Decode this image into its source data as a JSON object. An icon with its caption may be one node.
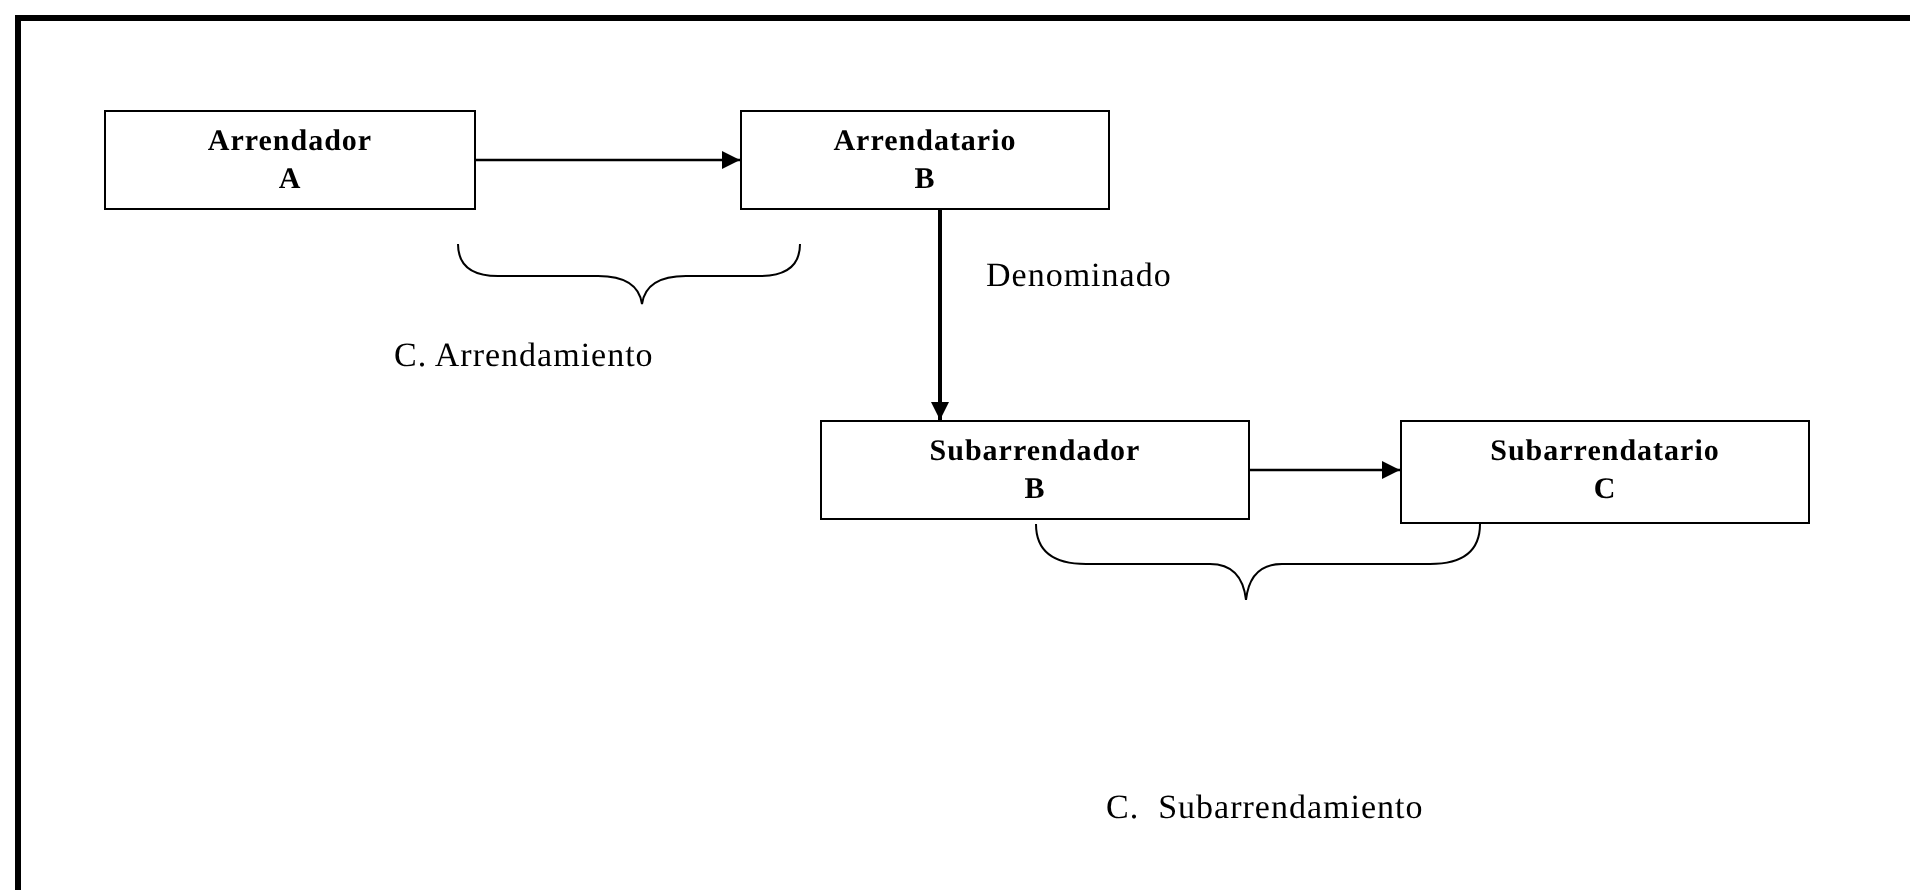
{
  "diagram": {
    "nodes": [
      {
        "text": [
          "Arrendador",
          "A"
        ]
      },
      {
        "text": [
          "Arrendatario",
          "B"
        ]
      },
      {
        "text": [
          "Subarrendador",
          "B"
        ]
      },
      {
        "text": [
          "Subarrendatario",
          "C"
        ]
      }
    ],
    "edges": [
      {
        "from": 0,
        "to": 1,
        "arrow": "to"
      },
      {
        "from": 1,
        "to": 2,
        "arrow": "to",
        "label": "Denominado"
      },
      {
        "from": 2,
        "to": 3,
        "arrow": "to"
      }
    ],
    "labels": [
      "C. Arrendamiento",
      "C.  Subarrendamiento"
    ]
  }
}
